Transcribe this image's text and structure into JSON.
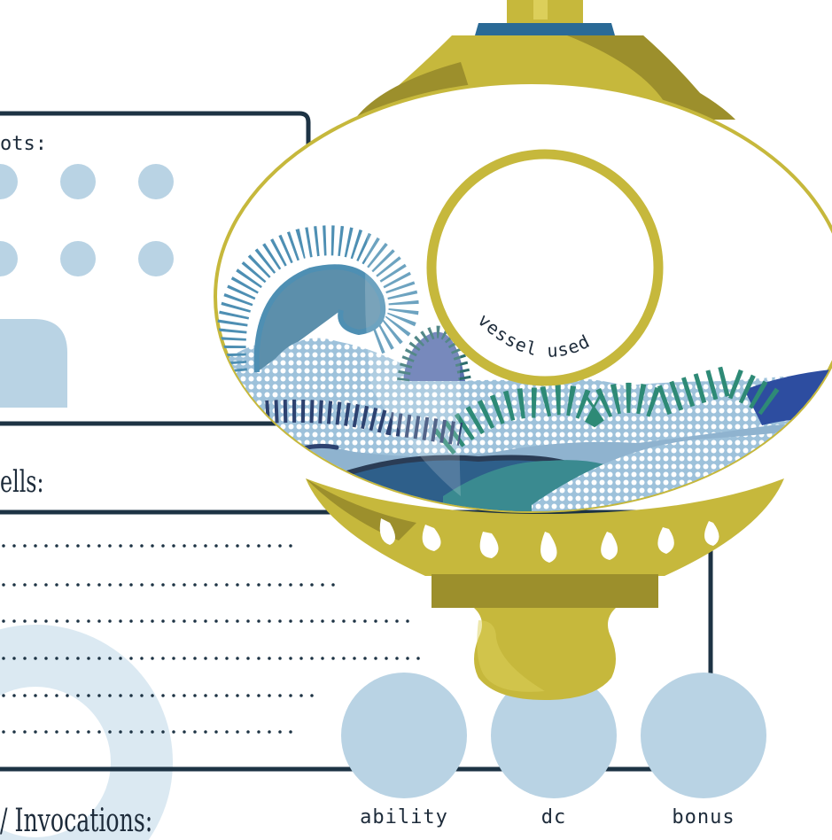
{
  "sheet": {
    "slots_label": "ots:",
    "spells_label": "ells:",
    "invocations_label": "/ Invocations:",
    "vessel_label": "vessel used"
  },
  "stats": [
    {
      "label": "ability"
    },
    {
      "label": "dc"
    },
    {
      "label": "bonus"
    }
  ],
  "colors": {
    "navy": "#1d3344",
    "light_blue": "#b9d3e4",
    "pale_blue": "#dbe9f2",
    "gold": "#c6b83c",
    "dark_gold": "#9c8f2c",
    "wave_blue": "#4e8fb3",
    "wave_teal": "#2e8a76",
    "deep_navy": "#2d4270"
  }
}
